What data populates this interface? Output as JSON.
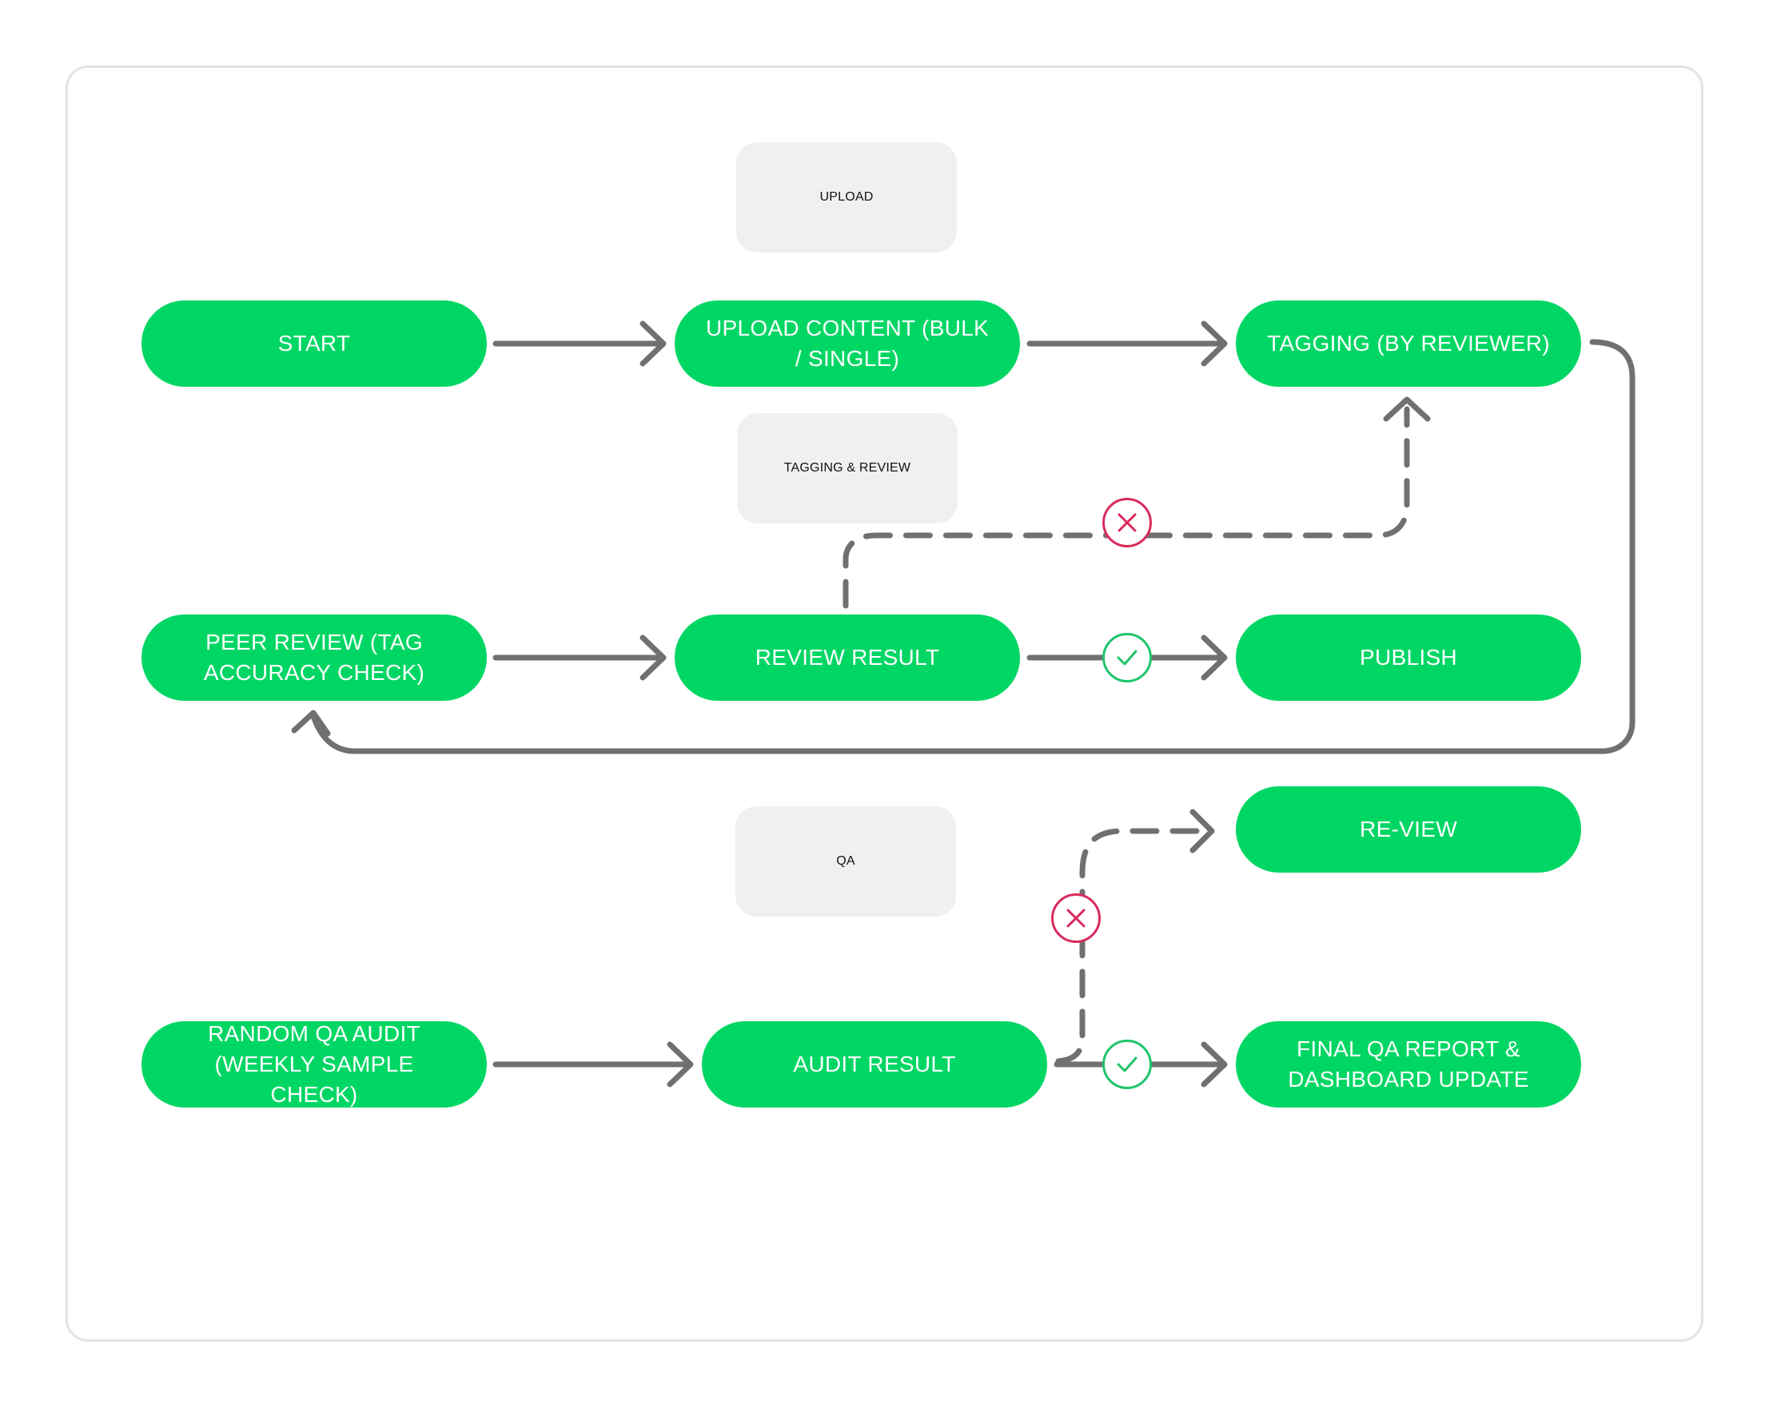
{
  "lanes": {
    "upload": "UPLOAD",
    "tagging_review": "TAGGING & REVIEW",
    "qa": "QA"
  },
  "nodes": {
    "start": "START",
    "upload_content": "UPLOAD CONTENT (BULK / SINGLE)",
    "tagging": "TAGGING (BY REVIEWER)",
    "peer_review": "PEER REVIEW (TAG ACCURACY CHECK)",
    "review_result": "REVIEW RESULT",
    "publish": "PUBLISH",
    "re_view": "RE-VIEW",
    "random_qa_audit": "RANDOM QA AUDIT (WEEKLY SAMPLE CHECK)",
    "audit_result": "AUDIT RESULT",
    "final_report": "FINAL QA REPORT & DASHBOARD UPDATE"
  },
  "colors": {
    "node_fill": "#00d664",
    "node_text": "#ffffff",
    "connector": "#707070",
    "reject": "#d92a5c",
    "approve": "#1fc46a",
    "lane_fill": "#f0f0f0"
  },
  "icons": {
    "reject": "x-mark-icon",
    "approve": "check-mark-icon"
  }
}
